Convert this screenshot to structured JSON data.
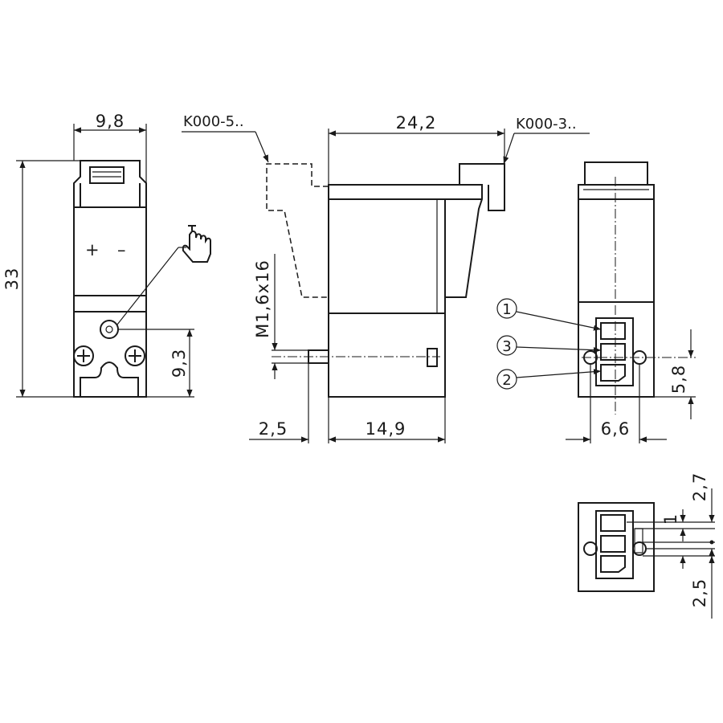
{
  "dimensions": {
    "front_width": "9,8",
    "height": "33",
    "screw_offset": "9,3",
    "side_length": "24,2",
    "thread": "M1,6x16",
    "stub_length": "2,5",
    "body_length": "14,9",
    "pin_spacing": "6,6",
    "pin_height": "5,8",
    "detail_top": "2,7",
    "detail_pin": "1",
    "detail_bottom": "2,5"
  },
  "callouts": {
    "connector_a": "K000-5..",
    "connector_b": "K000-3.."
  },
  "front_symbols": {
    "plus": "+",
    "minus": "–"
  },
  "ports": [
    {
      "number": "1"
    },
    {
      "number": "3"
    },
    {
      "number": "2"
    }
  ]
}
